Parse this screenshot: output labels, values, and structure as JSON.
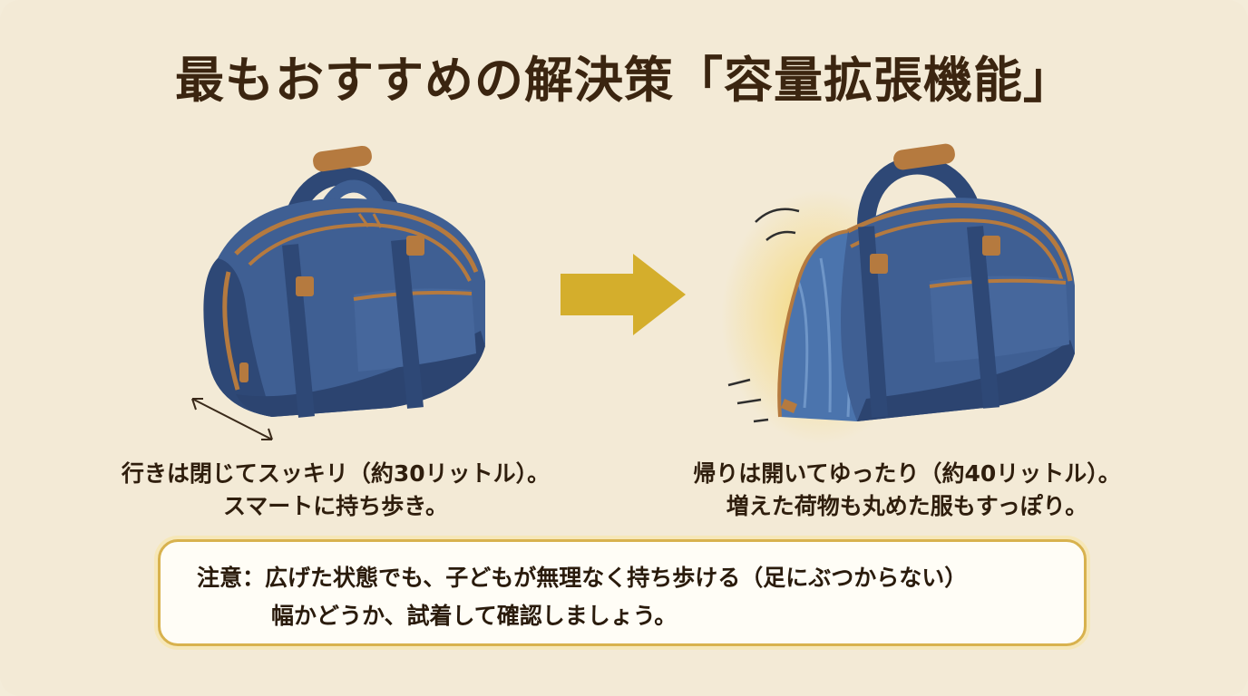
{
  "title": {
    "main": "最もおすすめの解決策",
    "highlight": "「容量拡張機能」"
  },
  "left_caption": {
    "line1": "行きは閉じてスッキリ（約30リットル）。",
    "line2": "スマートに持ち歩き。"
  },
  "right_caption": {
    "line1": "帰りは開いてゆったり（約40リットル）。",
    "line2": "増えた荷物も丸めた服もすっぽり。"
  },
  "note": {
    "line1": "注意：広げた状態でも、子どもが無理なく持ち歩ける（足にぶつからない）",
    "line2": "幅かどうか、試着して確認しましょう。"
  },
  "colors": {
    "background": "#f3ead6",
    "bag_blue": "#3f5f93",
    "bag_dark": "#2e4876",
    "leather": "#b57a3f",
    "arrow": "#d4ae2c",
    "title_text": "#3b2510",
    "note_border": "#d8b24e"
  },
  "icons": {
    "left_bag": "duffel-bag-closed",
    "right_bag": "duffel-bag-expanded",
    "arrow": "right-arrow",
    "width_arrow": "double-arrow"
  }
}
